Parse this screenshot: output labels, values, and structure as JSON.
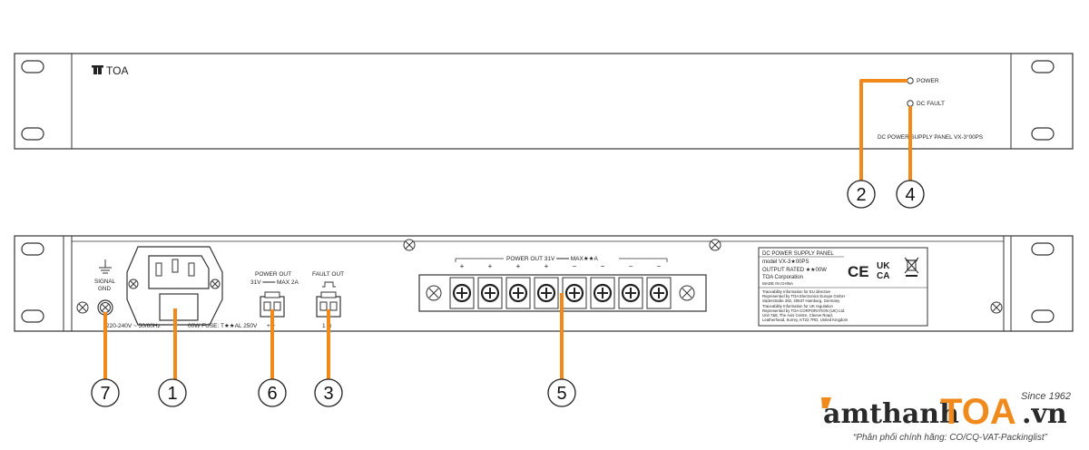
{
  "front_panel": {
    "brand": "TOA",
    "power_label": "POWER",
    "dc_fault_label": "DC FAULT",
    "model_label": "DC POWER SUPPLY PANEL VX-3°00PS"
  },
  "rear_panel": {
    "signal_gnd": [
      "SIGNAL",
      "GND"
    ],
    "ac_rating": "220-240V ~ 50/60Hz",
    "power_fuse": "00W  FUSE: T★★AL 250V",
    "power_out_small": [
      "POWER OUT",
      "31V ═══ MAX 2A"
    ],
    "power_out_small_pins": "+   −",
    "fault_out": "FAULT OUT",
    "fault_out_pins": "1   G",
    "power_out_bar": "POWER OUT 31V ═══ MAX★★A",
    "terminal_polarity": [
      "+",
      "+",
      "+",
      "+",
      "−",
      "−",
      "−",
      "−"
    ],
    "label_block": {
      "title": "DC POWER SUPPLY PANEL",
      "model": "model VX-3★00PS",
      "output": "OUTPUT RATED ★★00W",
      "corp": "TOA Corporation",
      "origin": "MADE IN CHINA",
      "eu_lines": [
        "Traceability Information for EU directive",
        "Represented by TOA Electronics Europe GmbH",
        "Süderstraße 282, 20537 Hamburg, Germany"
      ],
      "uk_lines": [
        "Traceability Information for UK regulation",
        "Represented by TOA CORPORATION (UK) Ltd.",
        "Unit 7&8, The Axis Centre, Cleeve Road,",
        "Leatherhead, Surrey, KT22 7RD, United Kingdom"
      ],
      "ce_mark": "CE",
      "ukca_top": "UK",
      "ukca_bottom": "CA"
    }
  },
  "callouts": [
    "1",
    "2",
    "3",
    "4",
    "5",
    "6",
    "7"
  ],
  "watermark": {
    "main": "amthanh",
    "brand": "TOA",
    "suffix": ".vn",
    "since": "Since 1962",
    "tagline": "“Phân phối chính hãng: CO/CQ-VAT-Packinglist”"
  },
  "colors": {
    "callout_line": "#f08a1c",
    "outline": "#333333",
    "brand_orange": "#f08a1c"
  }
}
